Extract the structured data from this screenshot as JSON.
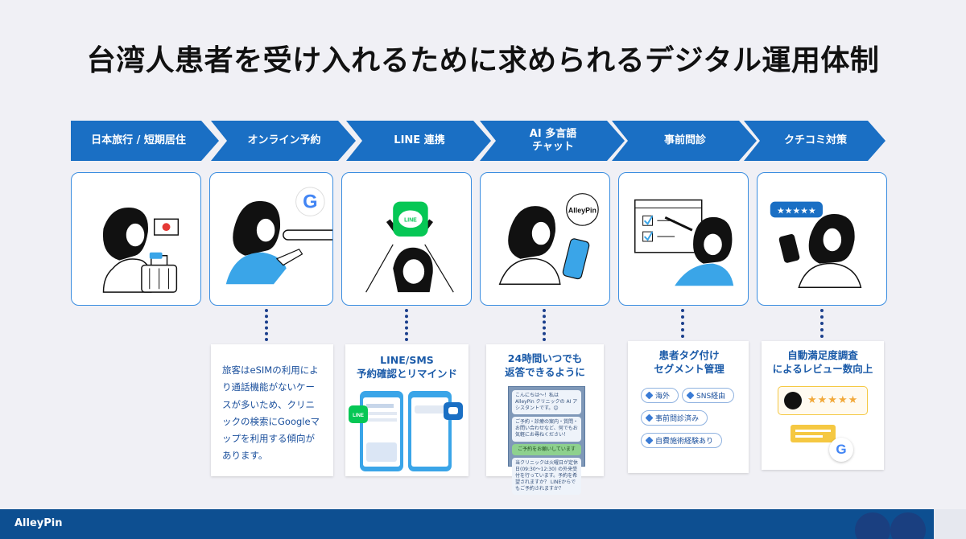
{
  "title": "台湾人患者を受け入れるために求められるデジタル運用体制",
  "steps": [
    {
      "label": "日本旅行 / 短期居住"
    },
    {
      "label": "オンライン予約"
    },
    {
      "label": "LINE 連携"
    },
    {
      "label": "AI 多言語\nチャット"
    },
    {
      "label": "事前問診"
    },
    {
      "label": "クチコミ対策"
    }
  ],
  "details": {
    "step1": {
      "body": "旅客はeSIMの利用により通話機能がないケースが多いため、クリニックの検索にGoogleマップを利用する傾向があります。"
    },
    "step2": {
      "title": "LINE/SMS\n予約確認とリマインド",
      "line_badge": "LINE"
    },
    "step3": {
      "title": "24時間いつでも\n返答できるように",
      "chat": [
        "こんにちは〜！私は AlleyPin クリニックの AI アシスタントです。😊",
        "ご予約・診療の案内・質問・お問い合わせなど、何でもお気軽にお尋ねください！",
        "ご予約をお願いしています",
        "当クリニックは火曜日が定休日(09:30〜12:30) の外来受付を行っています。予約を希望されますか？ LINEからでもご予約されますか？"
      ]
    },
    "step4": {
      "title": "患者タグ付け\nセグメント管理",
      "tags": [
        "海外",
        "SNS経由",
        "事前問診済み",
        "自費施術経験あり"
      ]
    },
    "step5": {
      "title": "自動満足度調査\nによるレビュー数向上",
      "stars": "★★★★★"
    }
  },
  "illustrations": {
    "alleypin_badge": "AlleyPin",
    "line_logo": "LINE",
    "review_stars": "★★★★★",
    "google_letter": "G"
  },
  "footer": {
    "brand": "AlleyPin"
  },
  "colors": {
    "primary": "#1a6fc4",
    "title_blue": "#1a5aa8",
    "footer": "#0d4f91",
    "line_green": "#06c755",
    "accent": "#3aa5e8"
  }
}
